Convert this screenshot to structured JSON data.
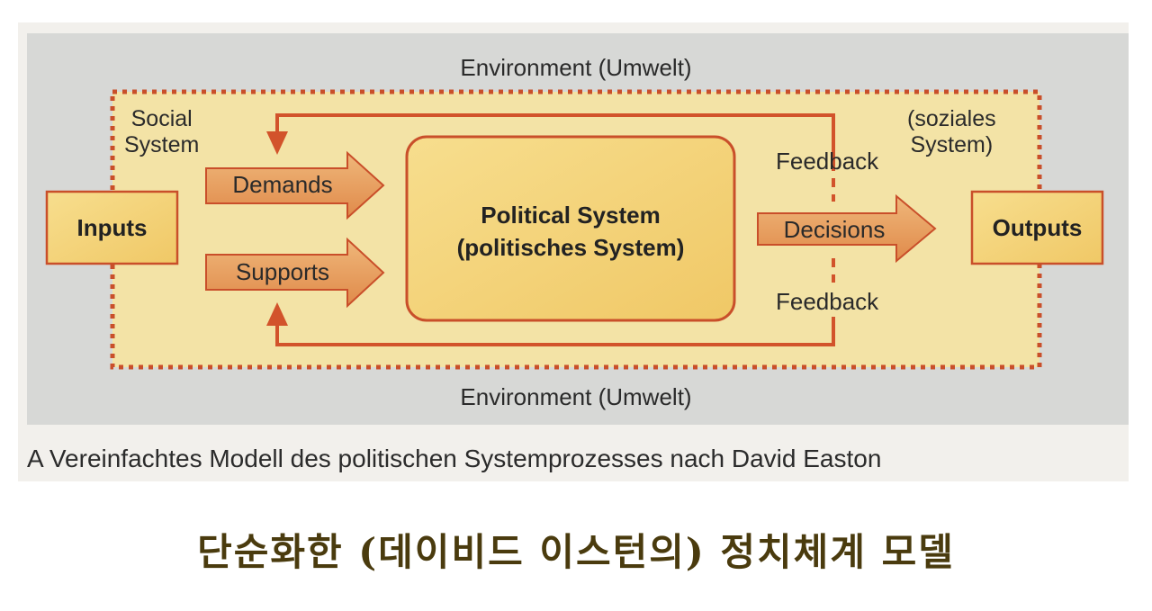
{
  "diagram": {
    "environment_top": "Environment (Umwelt)",
    "environment_bottom": "Environment (Umwelt)",
    "social_system_en": [
      "Social",
      "System"
    ],
    "social_system_de": [
      "(soziales",
      "System)"
    ],
    "inputs": "Inputs",
    "outputs": "Outputs",
    "political_system": [
      "Political System",
      "(politisches System)"
    ],
    "demands": "Demands",
    "supports": "Supports",
    "decisions": "Decisions",
    "feedback_top": "Feedback",
    "feedback_bottom": "Feedback"
  },
  "caption": "A  Vereinfachtes Modell des politischen Systemprozesses nach David Easton",
  "korean_title": "단순화한 (데이비드 이스턴의) 정치체계 모델",
  "colors": {
    "panel": "#d7d8d6",
    "box_fill": "#f2cf73",
    "box_border": "#c94f2a",
    "arrow_fill": "#e79a5a",
    "dotted_border": "#c94f2a",
    "title": "#4a3b0e"
  }
}
